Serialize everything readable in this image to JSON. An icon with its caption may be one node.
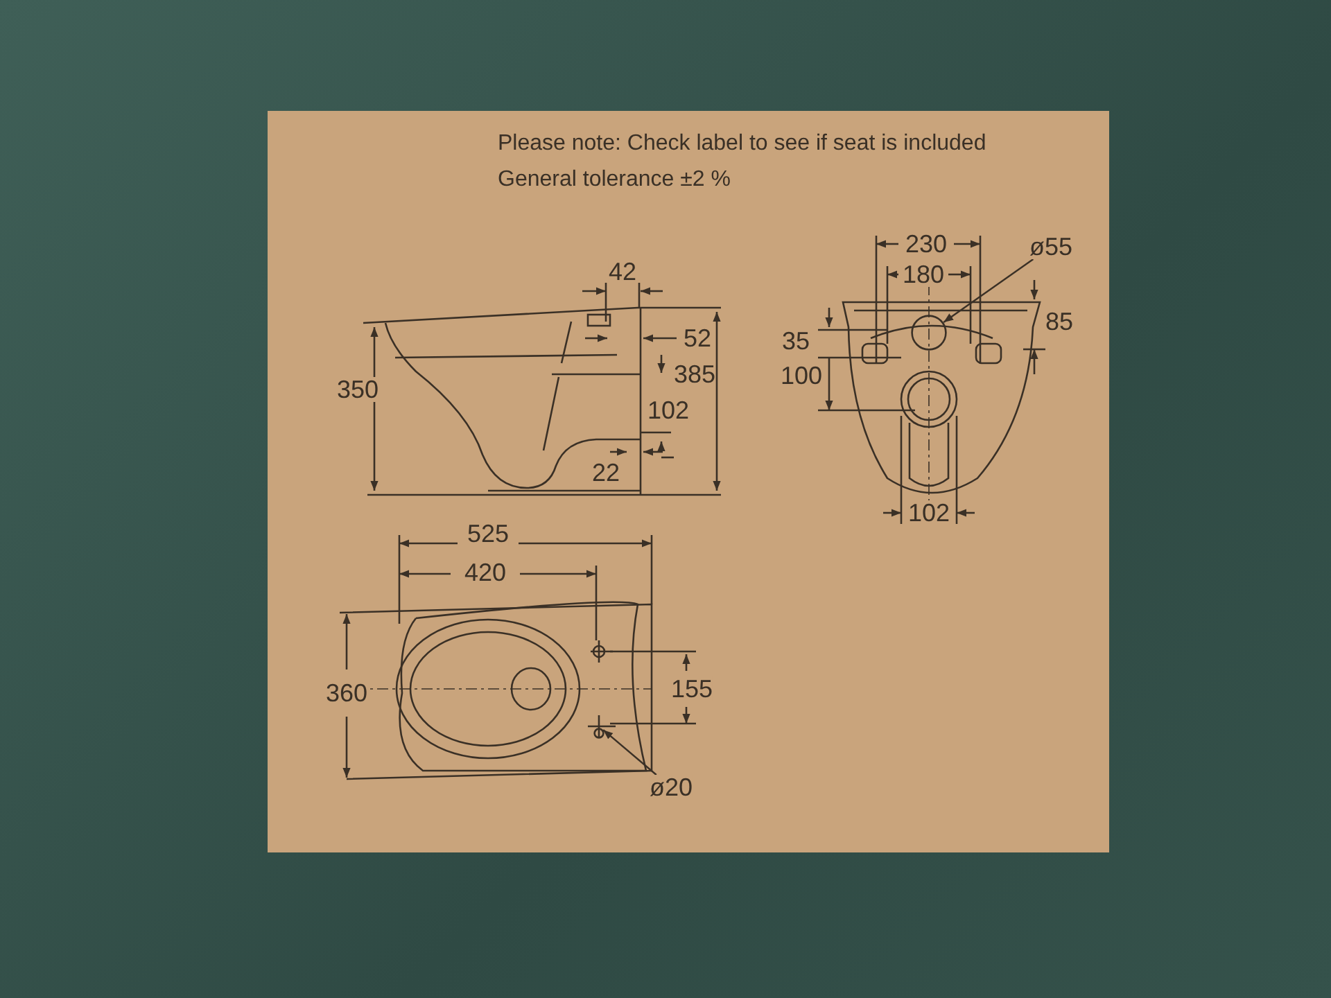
{
  "diagram": {
    "nodes": [
      {
        "text": [
          "ø55"
        ]
      },
      {
        "text": [],
        "shape": "circle"
      },
      {
        "text": [
          "ø20"
        ]
      },
      {
        "text": [],
        "shape": "circle"
      }
    ],
    "edges": [
      {
        "from": 0,
        "to": 1,
        "arrow": "to"
      },
      {
        "from": 2,
        "to": 3,
        "arrow": "to"
      }
    ],
    "labels": [
      "Please note: Check label to see if seat is included",
      "General tolerance ±2 %",
      "230",
      "180",
      "42",
      "35",
      "85",
      "52",
      "350",
      "385",
      "100",
      "102",
      "22",
      "102",
      "525",
      "420",
      "360",
      "155"
    ]
  }
}
